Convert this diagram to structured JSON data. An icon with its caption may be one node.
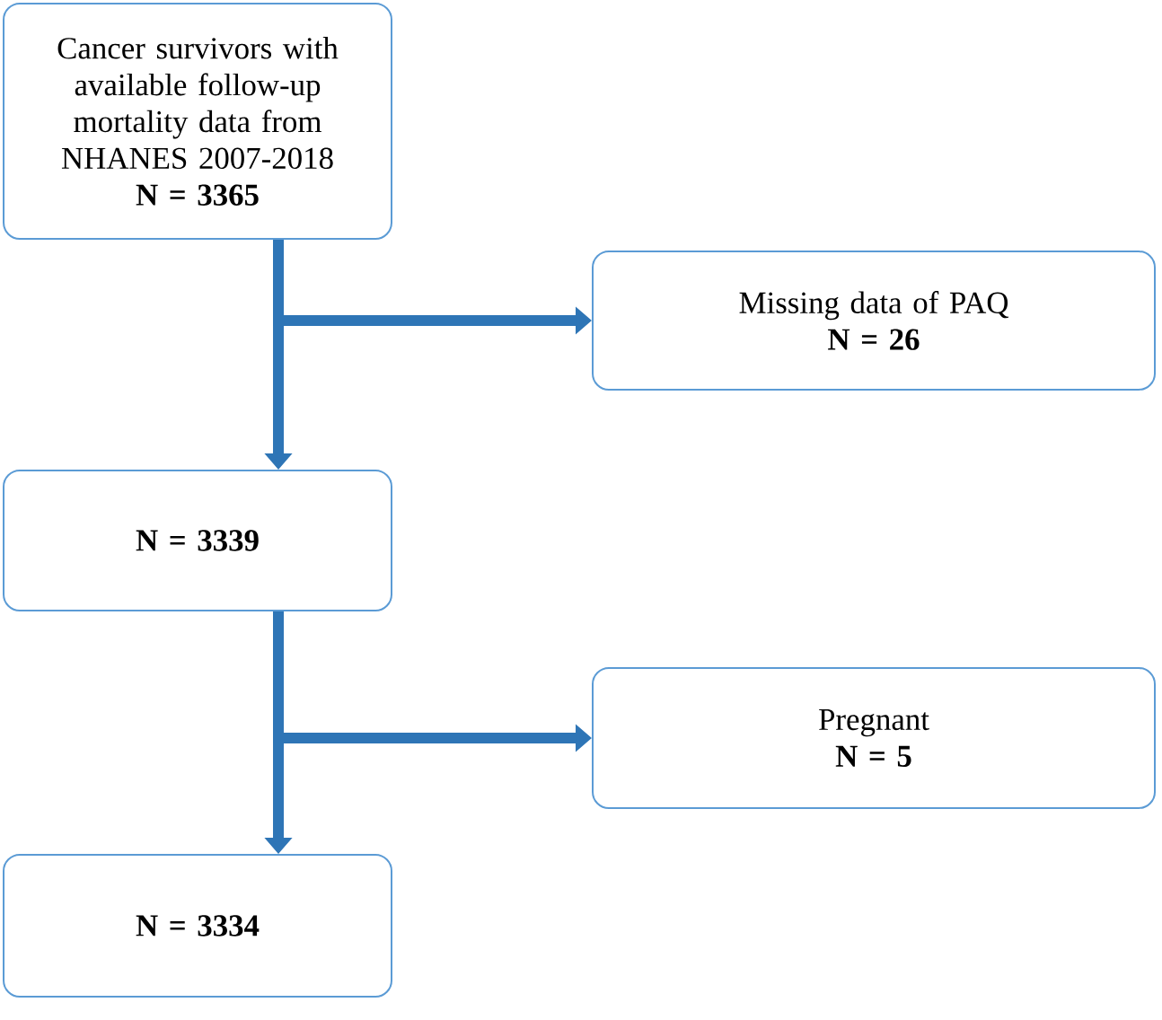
{
  "diagram": {
    "nodes": [
      {
        "text": [
          "Cancer survivors with available follow-up mortality data from NHANES 2007-2018",
          "N = 3365"
        ]
      },
      {
        "text": [
          "Missing data of PAQ",
          "N = 26"
        ]
      },
      {
        "text": [
          "N = 3339"
        ]
      },
      {
        "text": [
          "Pregnant",
          "N = 5"
        ]
      },
      {
        "text": [
          "N = 3334"
        ]
      }
    ],
    "edges": [
      {
        "from": 0,
        "to": 2,
        "arrow": "to"
      },
      {
        "from": 0,
        "to": 1,
        "arrow": "to"
      },
      {
        "from": 2,
        "to": 4,
        "arrow": "to"
      },
      {
        "from": 2,
        "to": 3,
        "arrow": "to"
      }
    ]
  }
}
